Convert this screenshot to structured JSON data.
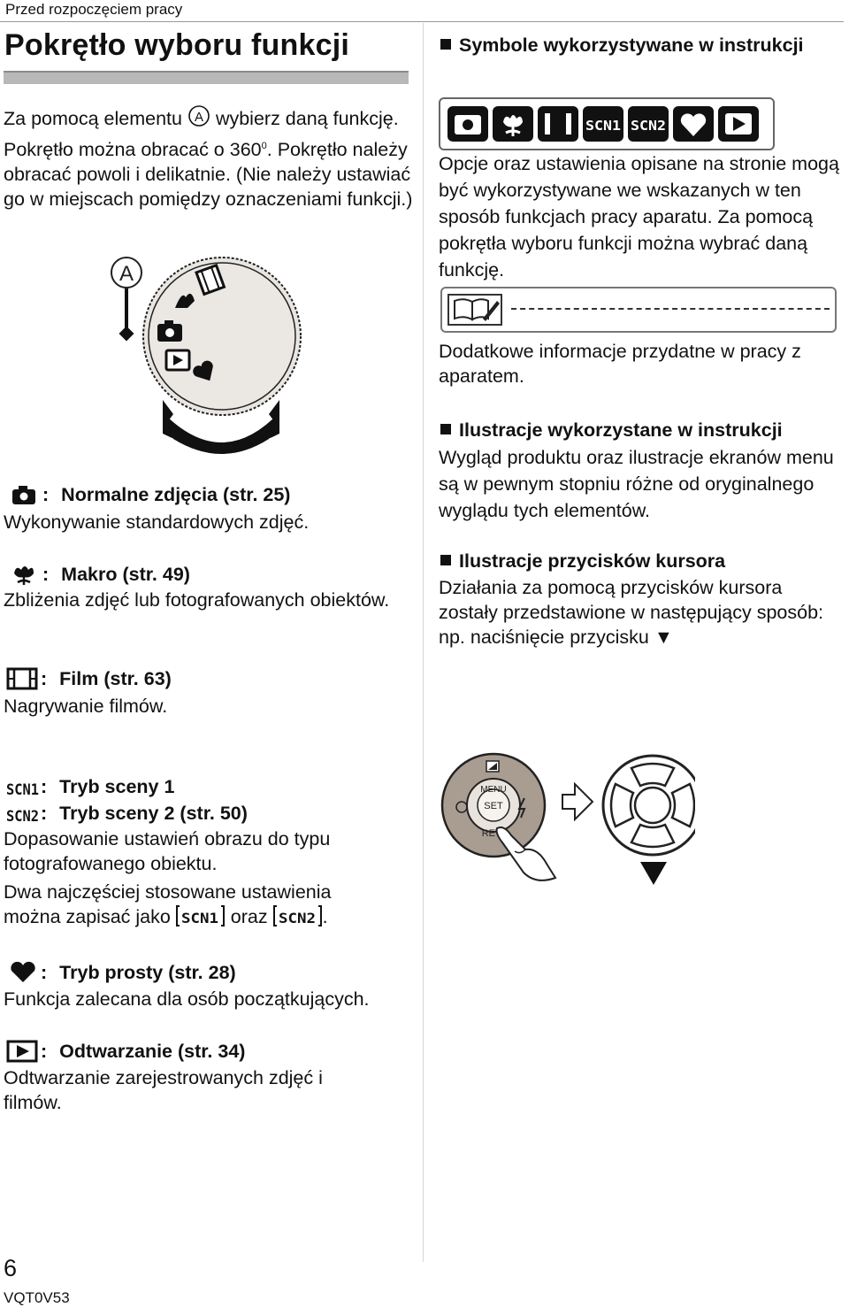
{
  "header": {
    "section": "Przed rozpoczęciem pracy",
    "title": "Pokrętło wyboru funkcji"
  },
  "intro": {
    "part1": "Za pomocą elementu",
    "part2": "wybierz daną funkcję. Pokrętło można obracać o 360",
    "degree": "0",
    "part3": ". Pokrętło należy obracać powoli i delikatnie. (Nie należy ustawiać go w miejscach pomiędzy oznaczeniami funkcji.)"
  },
  "modes": {
    "normal": {
      "title": "Normalne zdjęcia (str. 25)",
      "desc": "Wykonywanie standardowych zdjęć."
    },
    "macro": {
      "title": "Makro (str. 49)",
      "desc": "Zbliżenia zdjęć lub fotografowanych obiektów."
    },
    "film": {
      "title": "Film (str. 63)",
      "desc": "Nagrywanie filmów."
    },
    "scene": {
      "title1": "Tryb sceny 1",
      "title2": "Tryb sceny 2  (str. 50)",
      "desc1": "Dopasowanie ustawień obrazu do typu fotografowanego obiektu.",
      "desc2a": "Dwa najczęściej stosowane ustawienia można zapisać jako",
      "desc2b": "oraz",
      "desc2c": "."
    },
    "simple": {
      "title": "Tryb prosty (str. 28)",
      "desc": "Funkcja zalecana dla osób początkujących."
    },
    "playback": {
      "title": "Odtwarzanie (str. 34)",
      "desc": "Odtwarzanie zarejestrowanych zdjęć i filmów."
    }
  },
  "right": {
    "symbols_heading": "Symbole wykorzystywane w instrukcji",
    "symbols_desc": "Opcje oraz ustawienia opisane na stronie mogą być wykorzystywane we wskazanych w ten sposób funkcjach pracy aparatu. Za pomocą pokrętła wyboru funkcji można wybrać daną funkcję.",
    "memo_desc": "Dodatkowe informacje przydatne w pracy z aparatem.",
    "illustrations_heading": "Ilustracje wykorzystane w instrukcji",
    "illustrations_desc": "Wygląd produktu oraz ilustracje ekranów menu są w pewnym stopniu różne od oryginalnego wyglądu tych elementów.",
    "cursor_heading": "Ilustracje przycisków kursora",
    "cursor_desc": "Działania za pomocą przycisków kursora zostały przedstawione w następujący sposób: np. naciśnięcie przycisku ▼"
  },
  "icon_labels": {
    "a": "A",
    "scn1": "SCN1",
    "scn2": "SCN2",
    "menu": "MENU",
    "set": "SET",
    "rev": "REV"
  },
  "footer": {
    "page": "6",
    "code": "VQT0V53"
  }
}
